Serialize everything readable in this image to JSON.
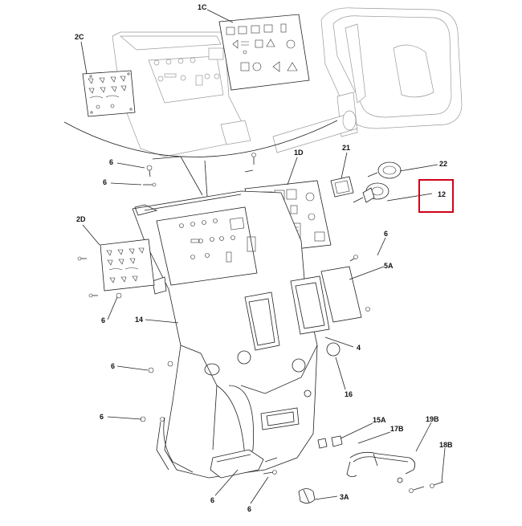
{
  "diagram": {
    "highlight_color": "#d0021b",
    "callouts": {
      "c1C": "1C",
      "c2C": "2C",
      "c1D": "1D",
      "c21": "21",
      "c22": "22",
      "c12": "12",
      "c6a": "6",
      "c6b": "6",
      "c2D": "2D",
      "c6c": "6",
      "c5A": "5A",
      "c6d": "6",
      "c14": "14",
      "c4": "4",
      "c6e": "6",
      "c16": "16",
      "c6f": "6",
      "c15A": "15A",
      "c17B": "17B",
      "c19B": "19B",
      "c18B": "18B",
      "c6g": "6",
      "c6h": "6",
      "c3A": "3A"
    }
  }
}
